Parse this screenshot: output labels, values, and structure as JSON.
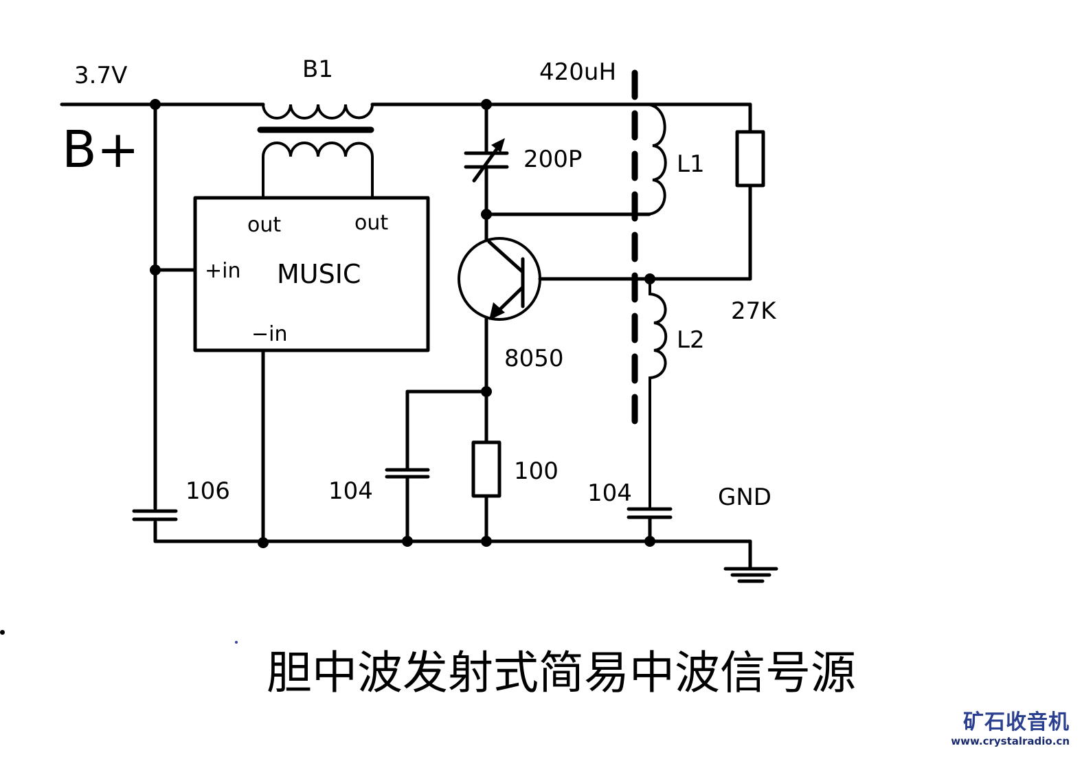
{
  "diagram": {
    "title": "胆中波发射式简易中波信号源",
    "supply": {
      "voltage_label": "3.7V",
      "rail_label": "B+"
    },
    "components": {
      "transformer": {
        "ref": "B1"
      },
      "music_module": {
        "name": "MUSIC",
        "pins": {
          "out_left": "out",
          "out_right": "out",
          "plus_in": "+in",
          "minus_in": "−in"
        }
      },
      "variable_capacitor": {
        "value": "200P"
      },
      "coil_l1": {
        "ref": "L1",
        "inductance": "420uH"
      },
      "coil_l2": {
        "ref": "L2"
      },
      "bias_resistor": {
        "value": "27K"
      },
      "transistor": {
        "part": "8050",
        "type": "NPN"
      },
      "emitter_resistor": {
        "value": "100"
      },
      "emitter_capacitor": {
        "value": "104"
      },
      "supply_capacitor": {
        "value": "106"
      },
      "coil_bypass_capacitor": {
        "value": "104"
      },
      "ground": {
        "label": "GND"
      }
    }
  },
  "watermark": {
    "brand_cn": "矿石收音机",
    "url": "www.crystalradio.cn",
    "color": "#2a3f8f"
  }
}
